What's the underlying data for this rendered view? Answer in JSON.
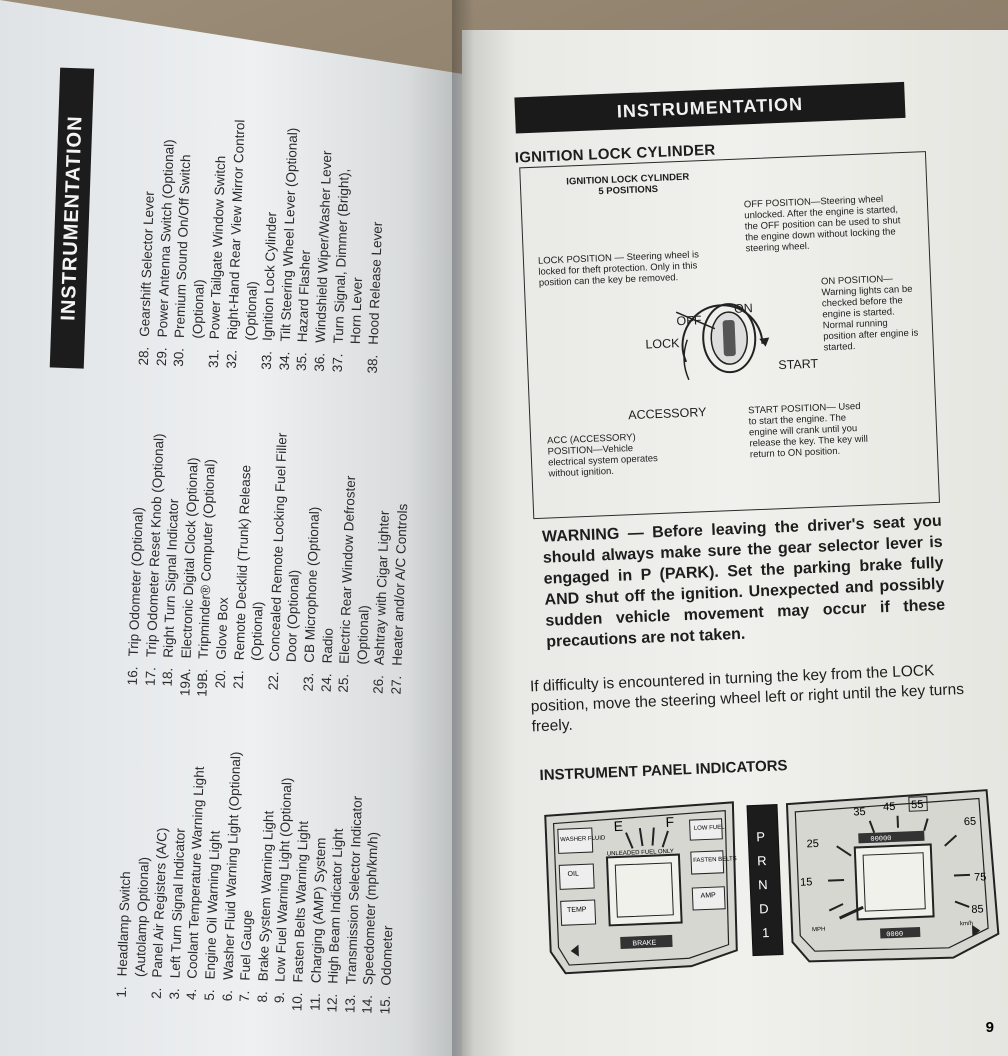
{
  "left_page": {
    "header": "INSTRUMENTATION",
    "legend_col1": [
      {
        "n": "1.",
        "t": "Headlamp Switch",
        "sub": "(Autolamp Optional)"
      },
      {
        "n": "2.",
        "t": "Panel Air Registers (A/C)"
      },
      {
        "n": "3.",
        "t": "Left Turn Signal Indicator"
      },
      {
        "n": "4.",
        "t": "Coolant Temperature Warning Light"
      },
      {
        "n": "5.",
        "t": "Engine Oil Warning Light"
      },
      {
        "n": "6.",
        "t": "Washer Fluid Warning Light (Optional)"
      },
      {
        "n": "7.",
        "t": "Fuel Gauge"
      },
      {
        "n": "8.",
        "t": "Brake System Warning Light"
      },
      {
        "n": "9.",
        "t": "Low Fuel Warning Light (Optional)"
      },
      {
        "n": "10.",
        "t": "Fasten Belts Warning Light"
      },
      {
        "n": "11.",
        "t": "Charging (AMP) System"
      },
      {
        "n": "12.",
        "t": "High Beam Indicator Light"
      },
      {
        "n": "13.",
        "t": "Transmission Selector Indicator"
      },
      {
        "n": "14.",
        "t": "Speedometer (mph/km/h)"
      },
      {
        "n": "15.",
        "t": "Odometer"
      }
    ],
    "legend_col2": [
      {
        "n": "16.",
        "t": "Trip Odometer (Optional)"
      },
      {
        "n": "17.",
        "t": "Trip Odometer Reset Knob (Optional)"
      },
      {
        "n": "18.",
        "t": "Right Turn Signal Indicator"
      },
      {
        "n": "19A.",
        "t": "Electronic Digital Clock (Optional)"
      },
      {
        "n": "19B.",
        "t": "Tripminder® Computer (Optional)"
      },
      {
        "n": "20.",
        "t": "Glove Box"
      },
      {
        "n": "21.",
        "t": "Remote Decklid (Trunk) Release",
        "sub": "(Optional)"
      },
      {
        "n": "22.",
        "t": "Concealed Remote Locking Fuel Filler",
        "sub": "Door (Optional)"
      },
      {
        "n": "23.",
        "t": "CB Microphone (Optional)"
      },
      {
        "n": "24.",
        "t": "Radio"
      },
      {
        "n": "25.",
        "t": "Electric Rear Window Defroster",
        "sub": "(Optional)"
      },
      {
        "n": "26.",
        "t": "Ashtray with Cigar Lighter"
      },
      {
        "n": "27.",
        "t": "Heater and/or A/C Controls"
      }
    ],
    "legend_col3": [
      {
        "n": "28.",
        "t": "Gearshift Selector Lever"
      },
      {
        "n": "29.",
        "t": "Power Antenna Switch (Optional)"
      },
      {
        "n": "30.",
        "t": "Premium Sound On/Off Switch",
        "sub": "(Optional)"
      },
      {
        "n": "31.",
        "t": "Power Tailgate Window Switch"
      },
      {
        "n": "32.",
        "t": "Right-Hand Rear View Mirror Control",
        "sub": "(Optional)"
      },
      {
        "n": "33.",
        "t": "Ignition Lock Cylinder"
      },
      {
        "n": "34.",
        "t": "Tilt Steering Wheel Lever (Optional)"
      },
      {
        "n": "35.",
        "t": "Hazard Flasher"
      },
      {
        "n": "36.",
        "t": "Windshield Wiper/Washer Lever"
      },
      {
        "n": "37.",
        "t": "Turn Signal, Dimmer (Bright),",
        "sub": "Horn Lever"
      },
      {
        "n": "38.",
        "t": "Hood Release Lever"
      }
    ]
  },
  "right_page": {
    "header": "INSTRUMENTATION",
    "section_title": "IGNITION LOCK CYLINDER",
    "diagram": {
      "title_line1": "IGNITION LOCK CYLINDER",
      "title_line2": "5 POSITIONS",
      "lock_text": "LOCK POSITION — Steering wheel is locked for theft protection. Only in this position can the key be removed.",
      "off_text": "OFF POSITION—Steering wheel unlocked. After the engine is started, the OFF position can be used to shut the engine down without locking the steering wheel.",
      "on_text": "ON POSITION— Warning lights can be checked before the engine is started. Normal running position after engine is started.",
      "start_text": "START POSITION— Used to start the engine. The engine will crank until you release the key. The key will return to ON position.",
      "acc_text": "ACC (ACCESSORY) POSITION—Vehicle electrical system operates without ignition.",
      "label_off": "OFF",
      "label_on": "ON",
      "label_lock": "LOCK",
      "label_start": "START",
      "label_accessory": "ACCESSORY"
    },
    "warning": "WARNING — Before leaving the driver's seat you should always make sure the gear selector lever is engaged in P (PARK). Set the parking brake fully AND shut off the ignition. Unexpected and possibly sudden vehicle movement may occur if these precautions are not taken.",
    "paragraph": "If difficulty is encountered in turning the key from the LOCK position, move the steering wheel left or right until the key turns freely.",
    "panel_title": "INSTRUMENT PANEL INDICATORS",
    "panel": {
      "washer": "WASHER FLUID",
      "oil": "OIL",
      "temp": "TEMP",
      "brake": "BRAKE",
      "low_fuel": "LOW FUEL",
      "fasten_belts": "FASTEN BELTS",
      "amp": "AMP",
      "fuel_e": "E",
      "fuel_f": "F",
      "unleaded": "UNLEADED FUEL ONLY",
      "prnd": [
        "P",
        "R",
        "N",
        "D",
        "1"
      ],
      "mph": "MPH",
      "kmh": "km/h",
      "speed_labels": [
        "15",
        "25",
        "35",
        "45",
        "55",
        "65",
        "75",
        "85"
      ],
      "odometer": "00000",
      "trip": "0000"
    },
    "page_number": "9"
  }
}
